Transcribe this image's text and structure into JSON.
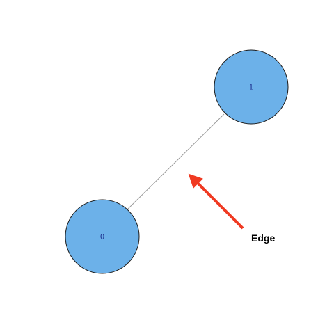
{
  "graph": {
    "nodes": [
      {
        "id": "0",
        "label": "0"
      },
      {
        "id": "1",
        "label": "1"
      }
    ],
    "edges": [
      {
        "source": "0",
        "target": "1"
      }
    ]
  },
  "annotation": {
    "label": "Edge"
  },
  "colors": {
    "node_fill": "#6cb1e9",
    "node_stroke": "#1a1a1a",
    "node_label": "#1a2a8a",
    "edge": "#999999",
    "arrow": "#f03a22",
    "annotation_text": "#000000"
  }
}
